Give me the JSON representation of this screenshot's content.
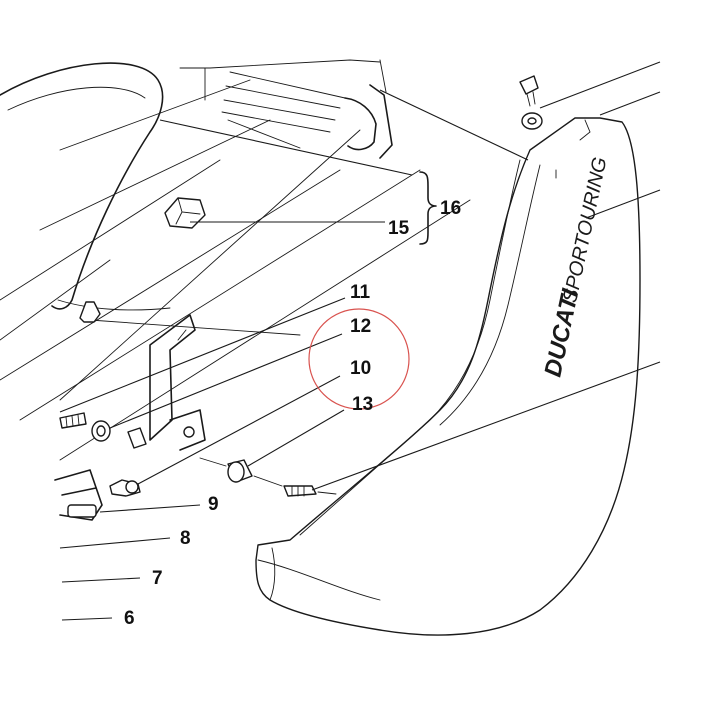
{
  "callouts": {
    "c6": "6",
    "c7": "7",
    "c8": "8",
    "c9": "9",
    "c10": "10",
    "c11": "11",
    "c12": "12",
    "c13": "13",
    "c15": "15",
    "c16": "16"
  },
  "cover_logo": {
    "brand": "DUCATI",
    "model": "SPORTOURING"
  },
  "highlight": {
    "color": "#d9534f",
    "target_callout": "12"
  }
}
